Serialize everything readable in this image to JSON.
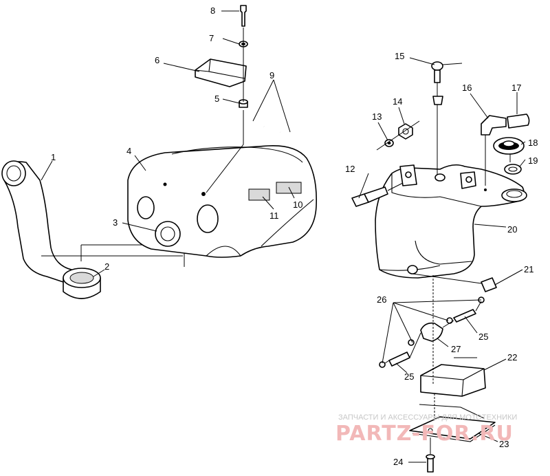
{
  "callouts": [
    "1",
    "2",
    "3",
    "4",
    "5",
    "6",
    "7",
    "8",
    "9",
    "10",
    "11",
    "12",
    "13",
    "14",
    "15",
    "16",
    "17",
    "18",
    "19",
    "20",
    "21",
    "22",
    "23",
    "24",
    "25",
    "25",
    "26",
    "27"
  ],
  "watermark": {
    "top_text": "ЗАПЧАСТИ И АКСЕССУАРЫ ДЛЯ МОТОТЕХНИКИ",
    "brand_text": "PARTZ-FOR.RU"
  },
  "colors": {
    "line": "#000000",
    "watermark_top": "#c7c7c7",
    "watermark_brand": "#f2b8b8"
  }
}
